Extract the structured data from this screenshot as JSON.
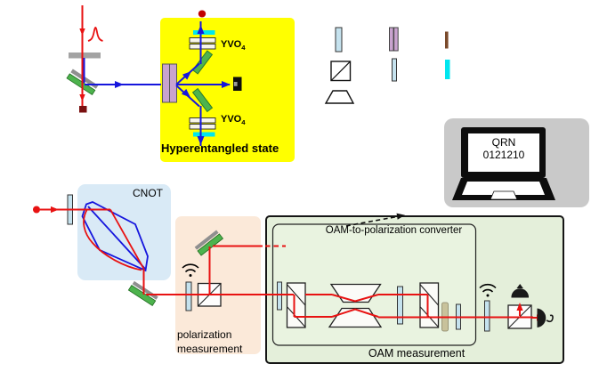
{
  "labels": {
    "yvo_crystal": {
      "main": "YVO",
      "sub": "4"
    },
    "hyperentangled_state": "Hyperentangled state",
    "cnot": "CNOT",
    "polarization_measurement_line1": "polarization",
    "polarization_measurement_line2": "measurement",
    "oam_converter": "OAM-to-polarization converter",
    "oam_measurement": "OAM measurement",
    "laptop_screen_line1": "QRN",
    "laptop_screen_line2": "0121210"
  },
  "icons": {
    "pulse": "laser-pulse-curve",
    "wifi": "liquid-crystal-signal-arcs",
    "detector_dome": "dome-detector",
    "detector_side": "half-dome-detector",
    "laptop": "laptop-computer",
    "legend": [
      "waveplate-icon",
      "crystal-pair-icon",
      "thin-brown-plate-icon",
      "pbs-cube-icon",
      "thin-waveplate-icon",
      "cyan-filter-icon",
      "prism-icon"
    ]
  },
  "colors": {
    "source_box": "#ffff00",
    "cnot_box": "#d9eaf6",
    "polarization_box": "#fbe9d9",
    "oam_box": "#e4efda",
    "converter_box": "#e9f3e0",
    "laptop_panel": "#c9c9c9",
    "beam_red": "#e81212",
    "beam_blue": "#1616dd",
    "waveplate_blue": "#c5e2ee",
    "filter_cyan": "#00e6ef",
    "crystal_lilac": "#c9a3cf",
    "mirror_green": "#4db34d",
    "mirror_gray": "#8f8f8f",
    "tan_plate": "#c8c29b",
    "legend_brown": "#7a4a2b"
  }
}
